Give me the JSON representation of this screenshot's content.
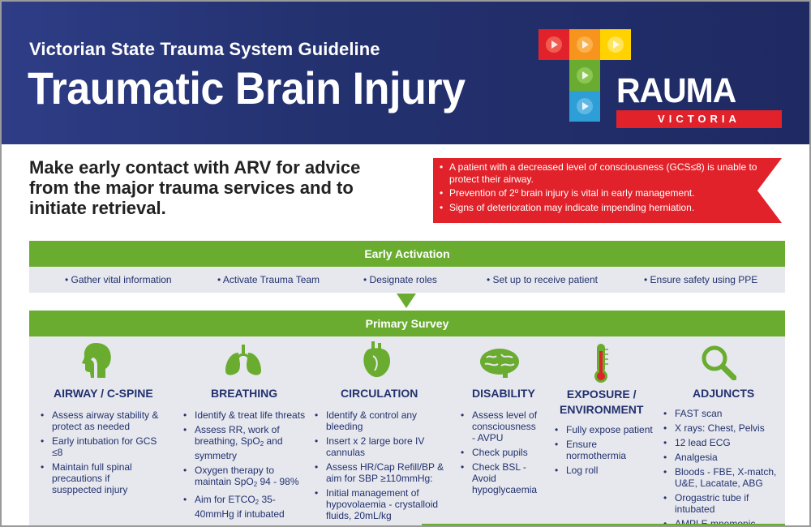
{
  "header": {
    "kicker": "Victorian State Trauma System Guideline",
    "title": "Traumatic Brain Injury"
  },
  "logo": {
    "word": "RAUMA",
    "sub": "VICTORIA",
    "colors": [
      "#e1222a",
      "#f7941d",
      "#ffd200",
      "#6aac2f",
      "#2e9ed6",
      "#7a3f98"
    ]
  },
  "intro": "Make early contact with ARV for advice from the major trauma services and to initiate retrieval.",
  "alert": {
    "items": [
      "A patient with a decreased level of consciousness (GCS≤8) is unable to protect their airway.",
      "Prevention of 2º brain injury is vital in early management.",
      "Signs of deterioration may indicate impending herniation."
    ]
  },
  "early_activation": {
    "title": "Early Activation",
    "items": [
      "• Gather vital information",
      "• Activate Trauma Team",
      "• Designate roles",
      "• Set up to receive patient",
      "• Ensure safety using PPE"
    ]
  },
  "primary_survey": {
    "title": "Primary Survey",
    "columns": [
      {
        "icon": "head-airway-icon",
        "head": "AIRWAY / C-SPINE",
        "items": [
          "Assess airway stability & protect as needed",
          "Early intubation for GCS ≤8",
          "Maintain full spinal precautions if susppected injury"
        ]
      },
      {
        "icon": "lungs-icon",
        "head": "BREATHING",
        "items": [
          "Identify & treat life threats",
          "Assess RR, work of breathing, SpO2 and symmetry",
          "Oxygen therapy to maintain SpO2 94 - 98%",
          "Aim for ETCO2 35-40mmHg if intubated"
        ]
      },
      {
        "icon": "heart-icon",
        "head": "CIRCULATION",
        "items": [
          "Identify & control any bleeding",
          "Insert x 2 large bore IV cannulas",
          "Assess HR/Cap Refill/BP & aim for SBP ≥110mmHg:",
          "Initial management of hypovolaemia - crystalloid fluids, 20mL/kg"
        ]
      },
      {
        "icon": "brain-icon",
        "head": "DISABILITY",
        "items": [
          "Assess level of consciousness - AVPU",
          "Check pupils",
          "Check BSL - Avoid hypoglycaemia"
        ]
      },
      {
        "icon": "thermometer-icon",
        "head": "EXPOSURE / ENVIRONMENT",
        "items": [
          "Fully expose patient",
          "Ensure normothermia",
          "Log roll"
        ]
      },
      {
        "icon": "magnifier-icon",
        "head": "ADJUNCTS",
        "items": [
          "FAST scan",
          "X rays: Chest, Pelvis",
          "12 lead ECG",
          "Analgesia",
          "Bloods - FBE, X-match, U&E, Lacatate, ABG",
          "Orogastric tube if intubated",
          "AMPLE mnemonic"
        ]
      }
    ]
  },
  "colors": {
    "navy": "#23316f",
    "green": "#6aac2f",
    "red": "#e1222a",
    "panel": "#e6e8ed"
  }
}
